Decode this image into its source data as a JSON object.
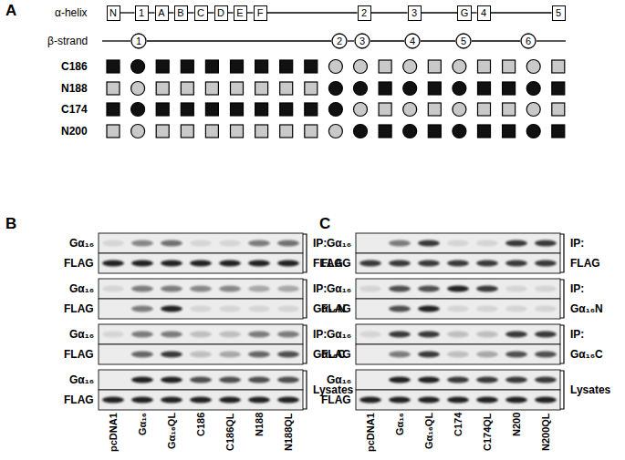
{
  "diagram": {
    "nodes": [
      {
        "text": [
          "N"
        ]
      },
      {
        "text": [
          "1"
        ]
      },
      {
        "text": [
          "A"
        ]
      },
      {
        "text": [
          "B"
        ]
      },
      {
        "text": [
          "C"
        ]
      },
      {
        "text": [
          "D"
        ]
      },
      {
        "text": [
          "E"
        ]
      },
      {
        "text": [
          "F"
        ]
      },
      {
        "text": [
          "2"
        ]
      },
      {
        "text": [
          "3"
        ]
      },
      {
        "text": [
          "G"
        ]
      },
      {
        "text": [
          "4"
        ]
      },
      {
        "text": [
          "5"
        ]
      },
      {
        "text": [
          "1"
        ]
      },
      {
        "text": [
          "2"
        ]
      },
      {
        "text": [
          "3"
        ]
      },
      {
        "text": [
          "4"
        ]
      },
      {
        "text": [
          "5"
        ]
      },
      {
        "text": [
          "6"
        ]
      }
    ],
    "edges": [
      {
        "from": 0,
        "to": 1,
        "arrow": "none"
      },
      {
        "from": 1,
        "to": 2,
        "arrow": "none"
      },
      {
        "from": 2,
        "to": 3,
        "arrow": "none"
      },
      {
        "from": 3,
        "to": 4,
        "arrow": "none"
      },
      {
        "from": 4,
        "to": 5,
        "arrow": "none"
      },
      {
        "from": 5,
        "to": 6,
        "arrow": "none"
      },
      {
        "from": 6,
        "to": 7,
        "arrow": "none"
      },
      {
        "from": 7,
        "to": 8,
        "arrow": "none"
      },
      {
        "from": 8,
        "to": 9,
        "arrow": "none"
      },
      {
        "from": 9,
        "to": 10,
        "arrow": "none"
      },
      {
        "from": 10,
        "to": 11,
        "arrow": "none"
      },
      {
        "from": 11,
        "to": 12,
        "arrow": "none"
      },
      {
        "from": 13,
        "to": 14,
        "arrow": "none"
      },
      {
        "from": 14,
        "to": 15,
        "arrow": "none"
      },
      {
        "from": 15,
        "to": 16,
        "arrow": "none"
      },
      {
        "from": 16,
        "to": 17,
        "arrow": "none"
      },
      {
        "from": 17,
        "to": 18,
        "arrow": "none"
      }
    ],
    "labels": [
      "A",
      "α-helix",
      "β-strand",
      "C186",
      "N188",
      "C174",
      "N200",
      "B",
      "Gα₁₆",
      "FLAG",
      "Gα₁₆",
      "FLAG",
      "Gα₁₆",
      "FLAG",
      "Gα₁₆",
      "FLAG",
      "IP:",
      "FLAG",
      "IP:",
      "Gα₁₆N",
      "IP:",
      "Gα₁₆C",
      "Lysates",
      "pcDNA1",
      "Gα₁₆",
      "Gα₁₆QL",
      "C186",
      "C186QL",
      "N188",
      "N188QL",
      "C",
      "Gα₁₆",
      "FLAG",
      "Gα₁₆",
      "FLAG",
      "Gα₁₆",
      "FLAG",
      "Gα₁₆",
      "FLAG",
      "IP:",
      "FLAG",
      "IP:",
      "Gα₁₆N",
      "IP:",
      "Gα₁₆C",
      "Lysates",
      "pcDNA1",
      "Gα₁₆",
      "Gα₁₆QL",
      "C174",
      "C174QL",
      "N200",
      "N200QL"
    ]
  }
}
